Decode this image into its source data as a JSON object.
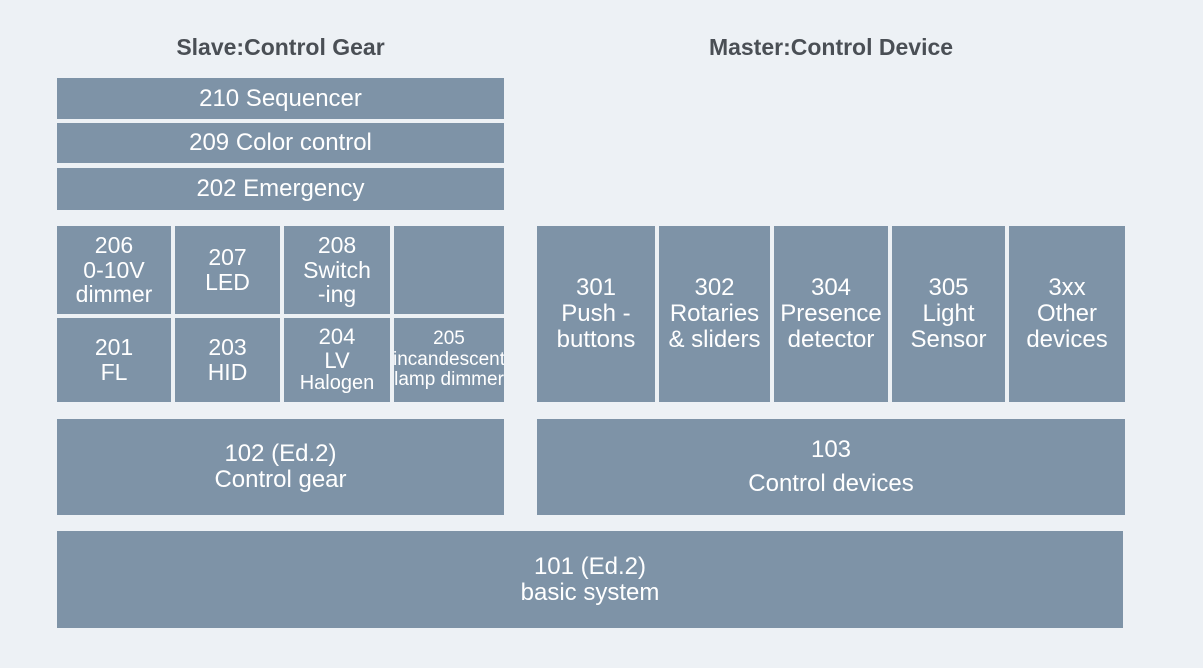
{
  "headings": {
    "slave": "Slave:Control Gear",
    "master": "Master:Control Device"
  },
  "slave_top_rows": [
    {
      "label": "210 Sequencer"
    },
    {
      "label": "209 Color control"
    },
    {
      "label": "202 Emergency"
    }
  ],
  "slave_grid": {
    "row1": [
      {
        "lines": [
          "206",
          "0-10V",
          "dimmer"
        ]
      },
      {
        "lines": [
          "207",
          "LED"
        ]
      },
      {
        "lines": [
          "208",
          "Switch",
          "-ing"
        ]
      },
      {
        "lines": []
      }
    ],
    "row2": [
      {
        "lines": [
          "201",
          "FL"
        ]
      },
      {
        "lines": [
          "203",
          "HID"
        ]
      },
      {
        "lines": [
          "204",
          "LV",
          "Halogen"
        ]
      },
      {
        "lines": [
          "205",
          "incandescent",
          "lamp dimmer"
        ]
      }
    ]
  },
  "master_devices": [
    {
      "lines": [
        "301",
        "Push -",
        "buttons"
      ]
    },
    {
      "lines": [
        "302",
        "Rotaries",
        "& sliders"
      ]
    },
    {
      "lines": [
        "304",
        "Presence",
        "detector"
      ]
    },
    {
      "lines": [
        "305",
        "Light",
        "Sensor"
      ]
    },
    {
      "lines": [
        "3xx",
        "Other",
        "devices"
      ]
    }
  ],
  "base_layers": {
    "control_gear": {
      "lines": [
        "102 (Ed.2)",
        "Control gear"
      ]
    },
    "control_devices": {
      "lines": [
        "103",
        "Control devices"
      ]
    },
    "basic_system": {
      "lines": [
        "101 (Ed.2)",
        "basic system"
      ]
    }
  },
  "colors": {
    "background": "#edf1f5",
    "box": "#7e93a7",
    "box_text": "#ffffff",
    "heading": "#4a4f55"
  }
}
